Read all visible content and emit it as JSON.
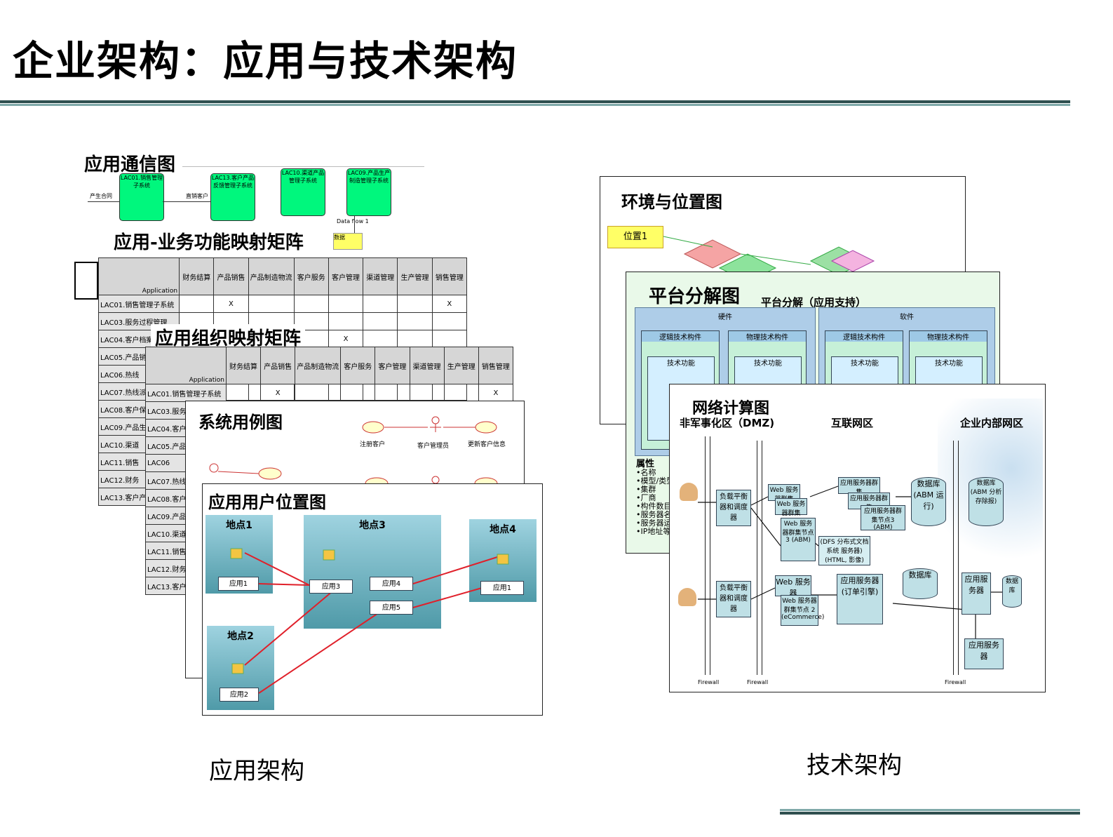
{
  "page": {
    "title": "企业架构：应用与技术架构",
    "caption_left": "应用架构",
    "caption_right": "技术架构",
    "accent_dark": "#2f4f4f",
    "accent_teal": "#5f9ea0"
  },
  "app_comm": {
    "title": "应用通信图",
    "nodes": [
      "LAC01.销售管理子系统",
      "LAC13.客户产品反馈管理子系统",
      "LAC10.渠道产品管理子系统",
      "LAC09.产品生产制造管理子系统"
    ],
    "edge_labels": [
      "产生合同",
      "直销客户",
      "Data flow 1",
      "数据"
    ]
  },
  "matrix1": {
    "title": "应用-业务功能映射矩阵",
    "corner": "Application",
    "columns": [
      "财务结算",
      "产品销售",
      "产品制造物流",
      "客户服务",
      "客户管理",
      "渠道管理",
      "生产管理",
      "销售管理"
    ],
    "rows": [
      {
        "name": "LAC01.销售管理子系统",
        "cells": [
          "",
          "X",
          "",
          "",
          "",
          "",
          "",
          "X"
        ]
      },
      {
        "name": "LAC03.服务过程管理",
        "cells": [
          "",
          "",
          "",
          "",
          "",
          "",
          "",
          ""
        ]
      },
      {
        "name": "LAC04.客户档案",
        "cells": [
          "",
          "",
          "",
          "",
          "X",
          "",
          "",
          ""
        ]
      },
      {
        "name": "LAC05.产品销售",
        "cells": [
          "",
          "",
          "",
          "",
          "",
          "",
          "",
          ""
        ]
      },
      {
        "name": "LAC06.热线",
        "cells": [
          "",
          "",
          "",
          "",
          "",
          "",
          "",
          ""
        ]
      },
      {
        "name": "LAC07.热线派单",
        "cells": [
          "",
          "",
          "",
          "",
          "",
          "",
          "",
          ""
        ]
      },
      {
        "name": "LAC08.客户保修卡",
        "cells": [
          "",
          "",
          "",
          "",
          "",
          "",
          "",
          ""
        ]
      },
      {
        "name": "LAC09.产品生产",
        "cells": [
          "",
          "",
          "",
          "",
          "",
          "",
          "",
          ""
        ]
      },
      {
        "name": "LAC10.渠道",
        "cells": [
          "",
          "",
          "",
          "",
          "",
          "",
          "",
          ""
        ]
      },
      {
        "name": "LAC11.销售",
        "cells": [
          "",
          "",
          "",
          "",
          "",
          "",
          "",
          ""
        ]
      },
      {
        "name": "LAC12.财务",
        "cells": [
          "",
          "",
          "",
          "",
          "",
          "",
          "",
          ""
        ]
      },
      {
        "name": "LAC13.客户产品反",
        "cells": [
          "",
          "",
          "",
          "",
          "",
          "",
          "",
          ""
        ]
      }
    ]
  },
  "matrix2": {
    "title": "应用组织映射矩阵",
    "corner": "Application",
    "columns": [
      "财务结算",
      "产品销售",
      "产品制造物流",
      "客户服务",
      "客户管理",
      "渠道管理",
      "生产管理",
      "销售管理"
    ],
    "rows": [
      {
        "name": "LAC01.销售管理子系统",
        "cells": [
          "",
          "X",
          "",
          "",
          "",
          "",
          "",
          "X"
        ]
      },
      {
        "name": "LAC03.服务",
        "cells": [
          "",
          "",
          "",
          "",
          "",
          "",
          "",
          ""
        ]
      },
      {
        "name": "LAC04.客户",
        "cells": [
          "",
          "",
          "",
          "",
          "",
          "",
          "",
          ""
        ]
      },
      {
        "name": "LAC05.产品销售",
        "cells": [
          "",
          "",
          "",
          "",
          "",
          "",
          "",
          ""
        ]
      },
      {
        "name": "LAC06",
        "cells": [
          "",
          "",
          "",
          "",
          "",
          "",
          "",
          ""
        ]
      },
      {
        "name": "LAC07.热线派单",
        "cells": [
          "",
          "",
          "",
          "",
          "",
          "",
          "",
          ""
        ]
      },
      {
        "name": "LAC08.客户保修卡",
        "cells": [
          "",
          "",
          "",
          "",
          "",
          "",
          "",
          ""
        ]
      },
      {
        "name": "LAC09.产品生",
        "cells": [
          "",
          "",
          "",
          "",
          "",
          "",
          "",
          ""
        ]
      },
      {
        "name": "LAC10.渠道",
        "cells": [
          "",
          "",
          "",
          "",
          "",
          "",
          "",
          ""
        ]
      },
      {
        "name": "LAC11.销售",
        "cells": [
          "",
          "",
          "",
          "",
          "",
          "",
          "",
          ""
        ]
      },
      {
        "name": "LAC12.财务",
        "cells": [
          "",
          "",
          "",
          "",
          "",
          "",
          "",
          ""
        ]
      },
      {
        "name": "LAC13.客户产品",
        "cells": [
          "",
          "",
          "",
          "",
          "",
          "",
          "",
          ""
        ]
      }
    ]
  },
  "usecase": {
    "title": "系统用例图",
    "labels": [
      "注册客户",
      "客户管理员",
      "更新客户信息"
    ]
  },
  "userloc": {
    "title": "应用用户位置图",
    "sites": [
      "地点1",
      "地点3",
      "地点4",
      "地点2"
    ],
    "apps": [
      "应用1",
      "应用3",
      "应用4",
      "应用5",
      "应用1",
      "应用2"
    ]
  },
  "env": {
    "title": "环境与位置图",
    "location": "位置1"
  },
  "platform": {
    "title": "平台分解图",
    "subtitle": "平台分解（应用支持）",
    "groups": [
      "硬件",
      "软件"
    ],
    "logical": "逻辑技术构件",
    "physical": "物理技术构件",
    "tech": "技术功能",
    "attr_title": "属性",
    "attrs": [
      "•名称",
      "•模型/类型",
      "•集群",
      "•厂商",
      "•构件数目",
      "•服务器名",
      "•服务器运",
      "•IP地址等"
    ]
  },
  "network": {
    "title": "网络计算图",
    "zones": [
      "非军事化区（DMZ)",
      "互联网区",
      "企业内部网区"
    ],
    "firewall": "Firewall",
    "lb": "负载平衡器和调度器",
    "web1": "Web 服务器群集",
    "web2": "Web 服务器群集",
    "web3": "Web 服务器群集节点3 (ABM)",
    "web4": "Web 服务器",
    "web5": "Web 服务器群集节点 2 (eCommerce)",
    "apps1": "应用服务器群集",
    "apps2": "应用服务器群集",
    "apps3": "应用服务器群集节点3 (ABM)",
    "dfs": "(DFS 分布式文档系统 服务器) (HTML, 影像)",
    "db1": "数据库 (ABM 运行)",
    "db2": "数据库 (ABM 分析存除报)",
    "appsrv": "应用服务器 (订单引擎)",
    "db3": "数据库",
    "appsrv2": "应用服务器",
    "db4": "数据库",
    "appsrv3": "应用服务器"
  }
}
